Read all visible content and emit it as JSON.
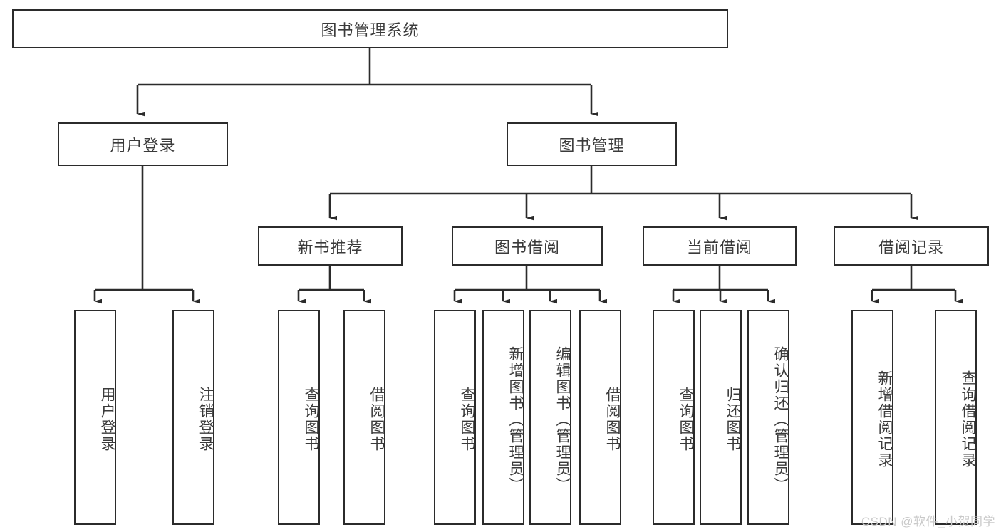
{
  "diagram": {
    "type": "tree-hierarchy",
    "title": "图书管理系统",
    "watermark": "CSDN @软件_小贺同学",
    "colors": {
      "box_border": "#2b2b2b",
      "box_fill": "#ffffff",
      "text": "#3a3a3a",
      "connector": "#2b2b2b",
      "watermark": "#c9c9c9",
      "background": "#ffffff"
    },
    "root": {
      "label": "图书管理系统"
    },
    "level2": [
      {
        "label": "用户登录"
      },
      {
        "label": "图书管理"
      }
    ],
    "level3": [
      {
        "label": "新书推荐"
      },
      {
        "label": "图书借阅"
      },
      {
        "label": "当前借阅"
      },
      {
        "label": "借阅记录"
      }
    ],
    "leaves": {
      "user_login": [
        {
          "label": "用户登录"
        },
        {
          "label": "注销登录"
        }
      ],
      "new_book_recommend": [
        {
          "label": "查询图书"
        },
        {
          "label": "借阅图书"
        }
      ],
      "book_borrow": [
        {
          "label": "查询图书"
        },
        {
          "label": "新增图书（管理员）"
        },
        {
          "label": "编辑图书（管理员）"
        },
        {
          "label": "借阅图书"
        }
      ],
      "current_borrow": [
        {
          "label": "查询图书"
        },
        {
          "label": "归还图书"
        },
        {
          "label": "确认归还（管理员）"
        }
      ],
      "borrow_record": [
        {
          "label": "新增借阅记录"
        },
        {
          "label": "查询借阅记录"
        }
      ]
    }
  }
}
